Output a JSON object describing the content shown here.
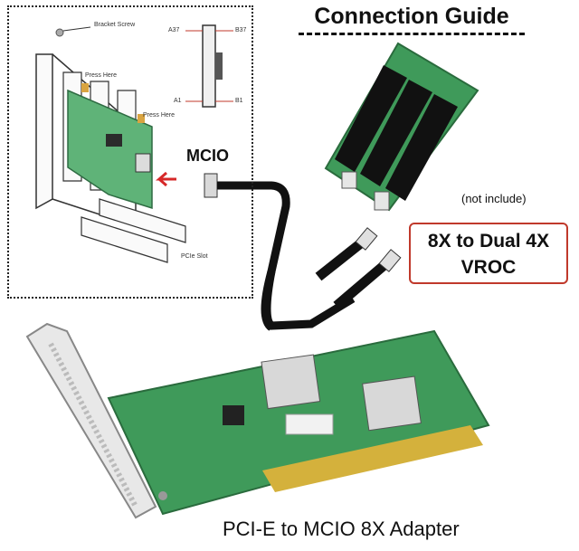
{
  "title": "Connection Guide",
  "mcio_label": "MCIO",
  "not_include": "(not include)",
  "vroc": {
    "line1": "8X to Dual 4X",
    "line2": "VROC"
  },
  "caption": "PCI-E  to MCIO 8X Adapter",
  "diagram": {
    "bracket_screw": "Bracket Screw",
    "press_here_1": "Press Here",
    "press_here_2": "Press Here",
    "pcie_slot": "PCIe Slot",
    "pin_a37": "A37",
    "pin_b37": "B37",
    "pin_a1": "A1",
    "pin_b1": "B1"
  },
  "colors": {
    "pcb_green": "#3f9a5a",
    "cable": "#111111",
    "vroc_border": "#c0392b",
    "arrow": "#d62828"
  }
}
